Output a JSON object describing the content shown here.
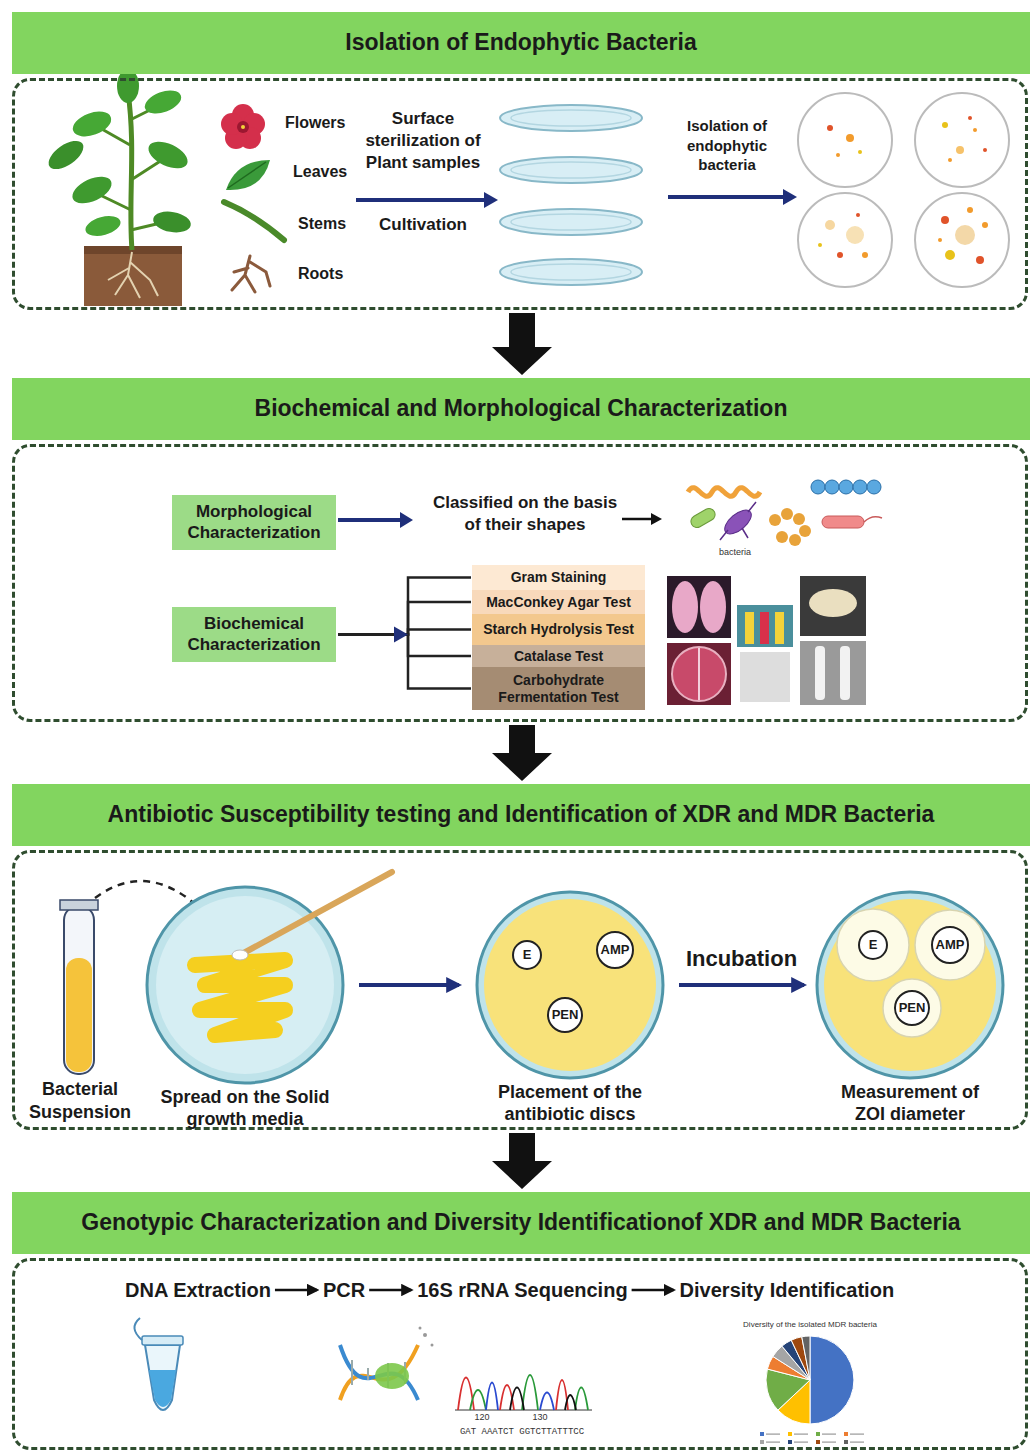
{
  "diagram": {
    "nodes": [
      {
        "text": [
          "Isolation of Endophytic Bacteria"
        ]
      },
      {
        "text": [
          "Biochemical and Morphological Characterization"
        ]
      },
      {
        "text": [
          "Morphological Characterization"
        ],
        "in": 1
      },
      {
        "text": [
          "Biochemical Characterization"
        ],
        "in": 1
      },
      {
        "text": [
          "Gram Staining"
        ],
        "in": 1
      },
      {
        "text": [
          "MacConkey Agar Test"
        ],
        "in": 1
      },
      {
        "text": [
          "Starch Hydrolysis Test"
        ],
        "in": 1
      },
      {
        "text": [
          "Catalase Test"
        ],
        "in": 1
      },
      {
        "text": [
          "Carbohydrate Fermentation Test"
        ],
        "in": 1
      },
      {
        "text": [
          "Antibiotic Susceptibility testing and Identification of XDR and MDR Bacteria"
        ]
      },
      {
        "text": [
          "Spread on the Solid growth media"
        ],
        "in": 9
      },
      {
        "text": [
          "Placement of the antibiotic discs"
        ],
        "in": 9
      },
      {
        "text": [
          "E"
        ],
        "in": 11
      },
      {
        "text": [
          "AMP"
        ],
        "in": 11
      },
      {
        "text": [
          "PEN"
        ],
        "in": 11
      },
      {
        "text": [
          "Measurement of ZOI diameter"
        ],
        "in": 9
      },
      {
        "text": [
          "E"
        ],
        "in": 15
      },
      {
        "text": [
          "AMP"
        ],
        "in": 15
      },
      {
        "text": [
          "PEN"
        ],
        "in": 15
      },
      {
        "text": [
          "Genotypic Characterization and Diversity Identificationof XDR and MDR Bacteria"
        ]
      },
      {
        "text": [
          "DNA Extraction"
        ],
        "in": 19
      },
      {
        "text": [
          "PCR"
        ],
        "in": 19
      },
      {
        "text": [
          "16S rRNA Sequencing"
        ],
        "in": 19
      },
      {
        "text": [
          "Diversity Identification"
        ],
        "in": 19
      }
    ],
    "edges": [
      {
        "from": 0,
        "to": 1,
        "arrow": "to"
      },
      {
        "from": 1,
        "to": 9,
        "arrow": "to"
      },
      {
        "from": 9,
        "to": 19,
        "arrow": "to"
      },
      {
        "from": 3,
        "to": 4,
        "arrow": "none"
      },
      {
        "from": 3,
        "to": 5,
        "arrow": "none"
      },
      {
        "from": 3,
        "to": 6,
        "arrow": "none"
      },
      {
        "from": 3,
        "to": 7,
        "arrow": "none"
      },
      {
        "from": 3,
        "to": 8,
        "arrow": "none"
      },
      {
        "from": 10,
        "to": 11,
        "arrow": "to"
      },
      {
        "from": 11,
        "to": 15,
        "arrow": "to",
        "label": "Incubation"
      },
      {
        "from": 20,
        "to": 21,
        "arrow": "to"
      },
      {
        "from": 21,
        "to": 22,
        "arrow": "to"
      },
      {
        "from": 22,
        "to": 23,
        "arrow": "to"
      }
    ],
    "labels": [
      "Flowers",
      "Leaves",
      "Stems",
      "Roots",
      "Surface sterilization of Plant samples",
      "Cultivation",
      "Isolation of endophytic bacteria",
      "Classified on the basis of their shapes",
      "bacteria",
      "Bacterial Suspension",
      "Diversity of the isolated MDR bacteria",
      "120",
      "130",
      "GAT AAATCT GGTCTTATTTCC"
    ]
  }
}
